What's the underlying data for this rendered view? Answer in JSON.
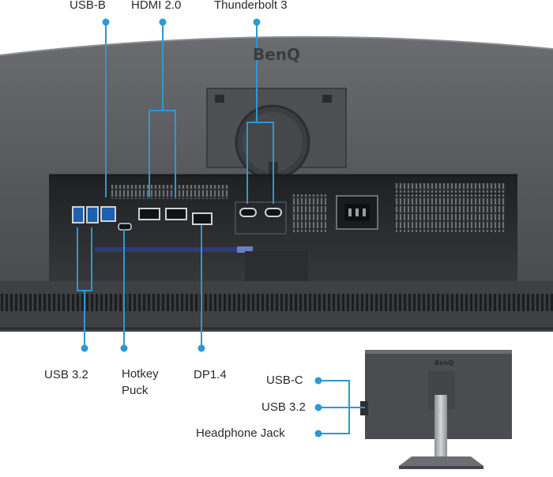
{
  "brand": {
    "logo_text": "BenQ",
    "small_logo_text": "BenQ"
  },
  "callouts": {
    "top": [
      {
        "name": "usb-b",
        "label": "USB-B"
      },
      {
        "name": "hdmi",
        "label": "HDMI 2.0"
      },
      {
        "name": "thunderbolt",
        "label": "Thunderbolt 3"
      }
    ],
    "bottom": [
      {
        "name": "usb32",
        "label": "USB 3.2"
      },
      {
        "name": "hotkey-puck",
        "label": "Hotkey\nPuck"
      },
      {
        "name": "dp",
        "label": "DP1.4"
      }
    ],
    "side": [
      {
        "name": "usb-c",
        "label": "USB-C"
      },
      {
        "name": "usb32-side",
        "label": "USB 3.2"
      },
      {
        "name": "headphone-jack",
        "label": "Headphone Jack"
      }
    ]
  },
  "colors": {
    "accent": "#2f97d3",
    "monitor_body": "#56585b",
    "monitor_dark": "#3c3e41",
    "port_bay": "#2a2c2e"
  }
}
